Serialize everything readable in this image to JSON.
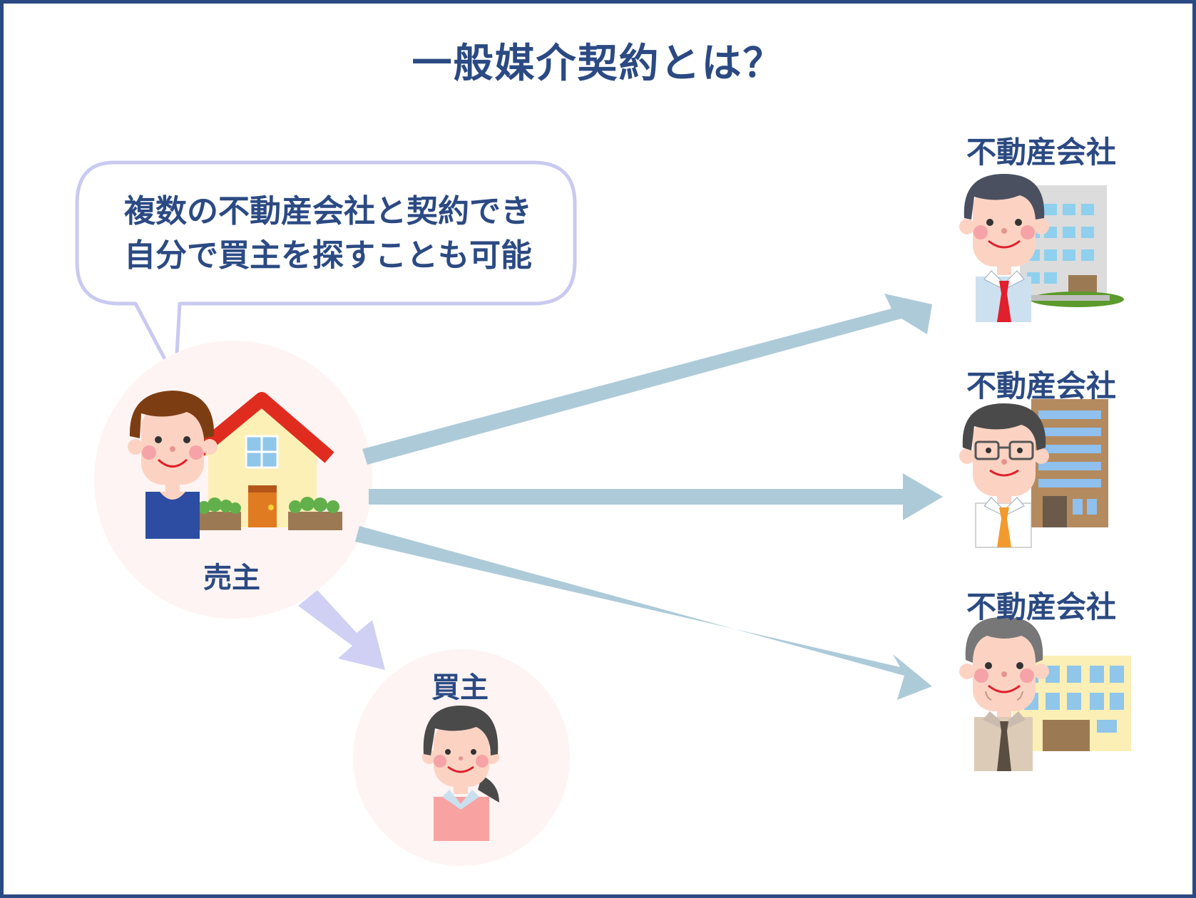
{
  "title": "一般媒介契約とは？",
  "bubble": {
    "line1": "複数の不動産会社と契約でき",
    "line2": "自分で買主を探すことも可能"
  },
  "seller": {
    "label": "売主"
  },
  "buyer": {
    "label": "買主"
  },
  "companies": [
    {
      "label": "不動産会社"
    },
    {
      "label": "不動産会社"
    },
    {
      "label": "不動産会社"
    }
  ],
  "colors": {
    "accent": "#2b4a83",
    "arrow_company": "#adcad9",
    "arrow_buyer": "#cfd0f3",
    "circle_fill": "#fef4f3",
    "bubble_border": "#c9c9f1"
  }
}
